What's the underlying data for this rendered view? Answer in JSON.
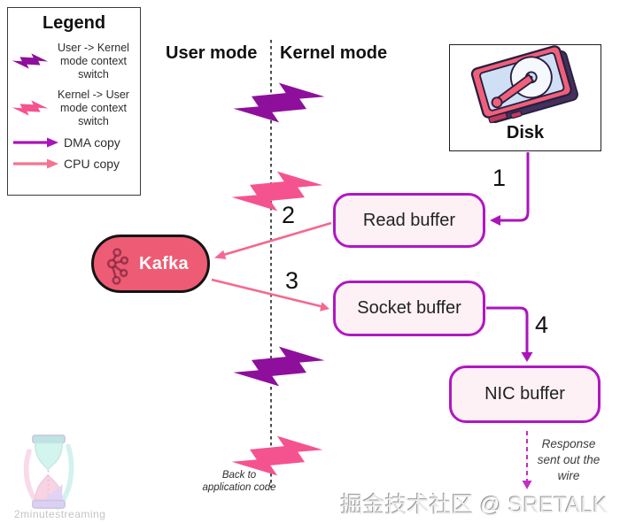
{
  "legend": {
    "title": "Legend",
    "items": [
      {
        "icon": "user-to-kernel-bolt-icon",
        "label": "User -> Kernel mode context switch",
        "color": "#8e0f9c"
      },
      {
        "icon": "kernel-to-user-bolt-icon",
        "label": "Kernel -> User mode context switch",
        "color": "#f5538f"
      },
      {
        "icon": "dma-copy-arrow-icon",
        "label": "DMA copy",
        "color": "#ab14bc"
      },
      {
        "icon": "cpu-copy-arrow-icon",
        "label": "CPU copy",
        "color": "#f4748f"
      }
    ]
  },
  "modes": {
    "user_label": "User mode",
    "kernel_label": "Kernel mode"
  },
  "nodes": {
    "disk": "Disk",
    "kafka": "Kafka",
    "read_buffer": "Read buffer",
    "socket_buffer": "Socket buffer",
    "nic_buffer": "NIC buffer"
  },
  "steps": [
    "1",
    "2",
    "3",
    "4"
  ],
  "annotations": {
    "back_to_app": "Back to application code",
    "response_wire": "Response sent out the wire"
  },
  "watermarks": {
    "brand": "2minutestreaming",
    "community": "掘金技术社区 @ SRETALK"
  },
  "colors": {
    "magenta_line": "#ab14bc",
    "magenta_border": "#b117c1",
    "purple_bolt": "#8e0f9c",
    "pink_bolt": "#f5538f",
    "pink_arrow": "#f4688f",
    "kafka_fill": "#ee5b74",
    "buffer_fill": "#fdf1f6",
    "response_dashed": "#c32ec3",
    "divider": "#4d4d4d"
  }
}
